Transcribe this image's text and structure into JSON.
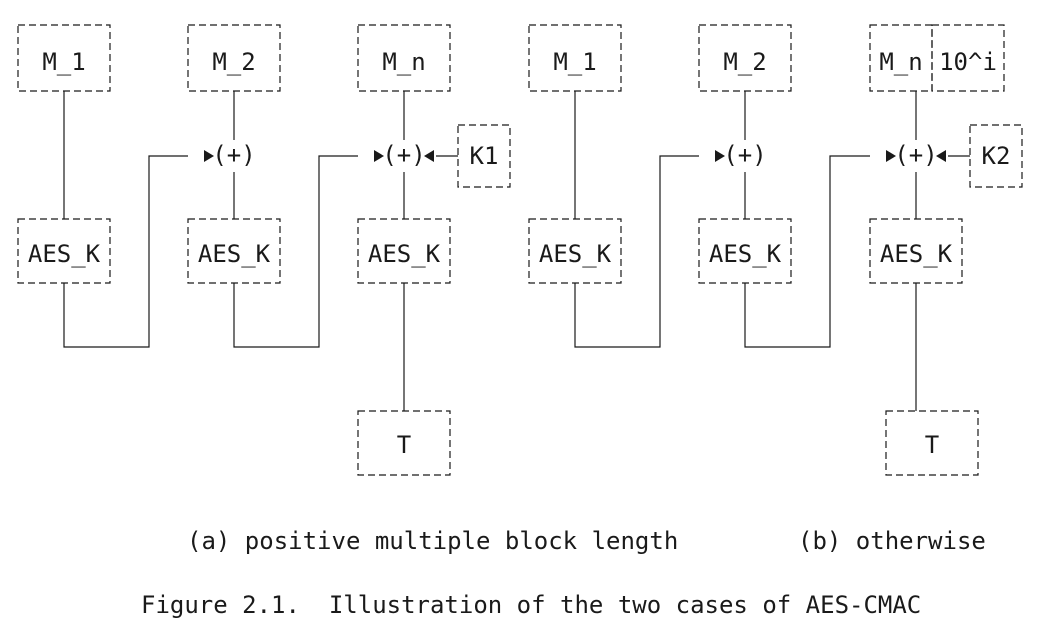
{
  "panel_a": {
    "inputs": [
      "M_1",
      "M_2",
      "M_n"
    ],
    "cipher": "AES_K",
    "xor": "(+)",
    "subkey": "K1",
    "output": "T",
    "caption": "(a) positive multiple block length"
  },
  "panel_b": {
    "inputs": [
      "M_1",
      "M_2",
      "M_n"
    ],
    "padding": "10^i",
    "cipher": "AES_K",
    "xor": "(+)",
    "subkey": "K2",
    "output": "T",
    "caption": "(b) otherwise"
  },
  "figure_caption": "Figure 2.1.  Illustration of the two cases of AES-CMAC"
}
